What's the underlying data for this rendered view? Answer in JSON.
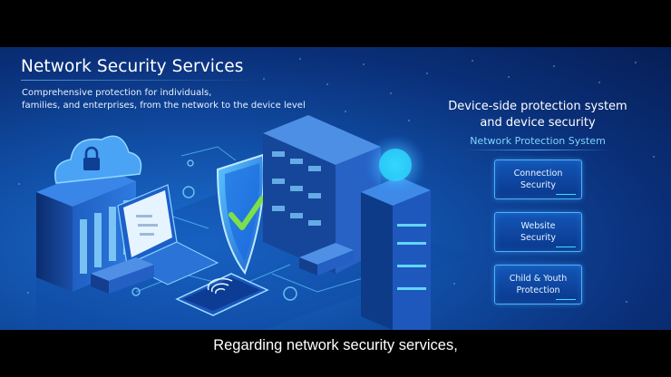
{
  "slide": {
    "title": "Network Security Services",
    "subtitle_line1": "Comprehensive protection for individuals,",
    "subtitle_line2": "families, and enterprises, from the network to the device level",
    "panel": {
      "heading_line1": "Device-side protection system",
      "heading_line2": "and device security",
      "subheading": "Network Protection System",
      "buttons": [
        {
          "label": "Connection\nSecurity"
        },
        {
          "label": "Website\nSecurity"
        },
        {
          "label": "Child & Youth\nProtection"
        }
      ]
    }
  },
  "caption": "Regarding network security services,",
  "colors": {
    "background_dark": "#061e55",
    "background_mid": "#1150a8",
    "accent_cyan": "#38e0ff",
    "button_border": "#4fb1ff",
    "subheading": "#7fd3ff",
    "shield_check": "#7be04a"
  }
}
